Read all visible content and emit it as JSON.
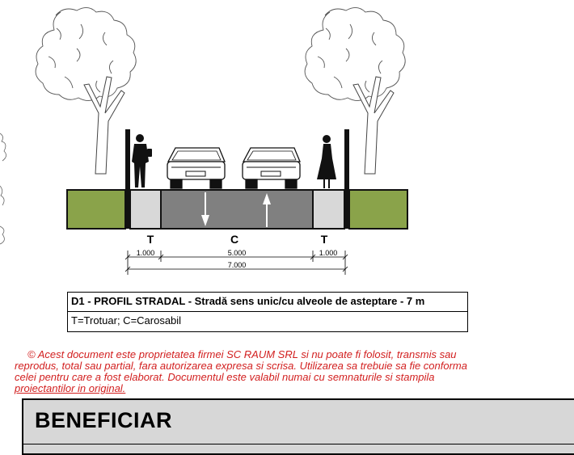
{
  "profile": {
    "zone_labels": {
      "left_sidewalk": "T",
      "carriageway": "C",
      "right_sidewalk": "T"
    },
    "dimensions": {
      "left_sidewalk": "1.000",
      "carriageway": "5.000",
      "right_sidewalk": "1.000",
      "total": "7.000"
    },
    "colors": {
      "green_strip": "#8aa34a",
      "sidewalk": "#d8d8d8",
      "road": "#808080",
      "curb": "#111111"
    },
    "icons": [
      "tree-icon",
      "pedestrian-icon",
      "car-icon",
      "direction-arrow-icon",
      "bollard-icon"
    ]
  },
  "legend": {
    "title": "D1 - PROFIL STRADAL - Stradă sens unic/cu alveole de asteptare - 7 m",
    "subtitle": "T=Trotuar; C=Carosabil"
  },
  "copyright": {
    "lines": [
      "© Acest document este proprietatea firmei SC RAUM SRL si nu poate fi folosit, transmis sau",
      "reprodus, total sau partial, fara autorizarea expresa si scrisa. Utilizarea sa trebuie sa fie conforma",
      "celei pentru care a fost elaborat. Documentul este valabil numai cu semnaturile si stampila",
      "proiectantilor in original."
    ]
  },
  "beneficiar": {
    "title": "BENEFICIAR"
  }
}
